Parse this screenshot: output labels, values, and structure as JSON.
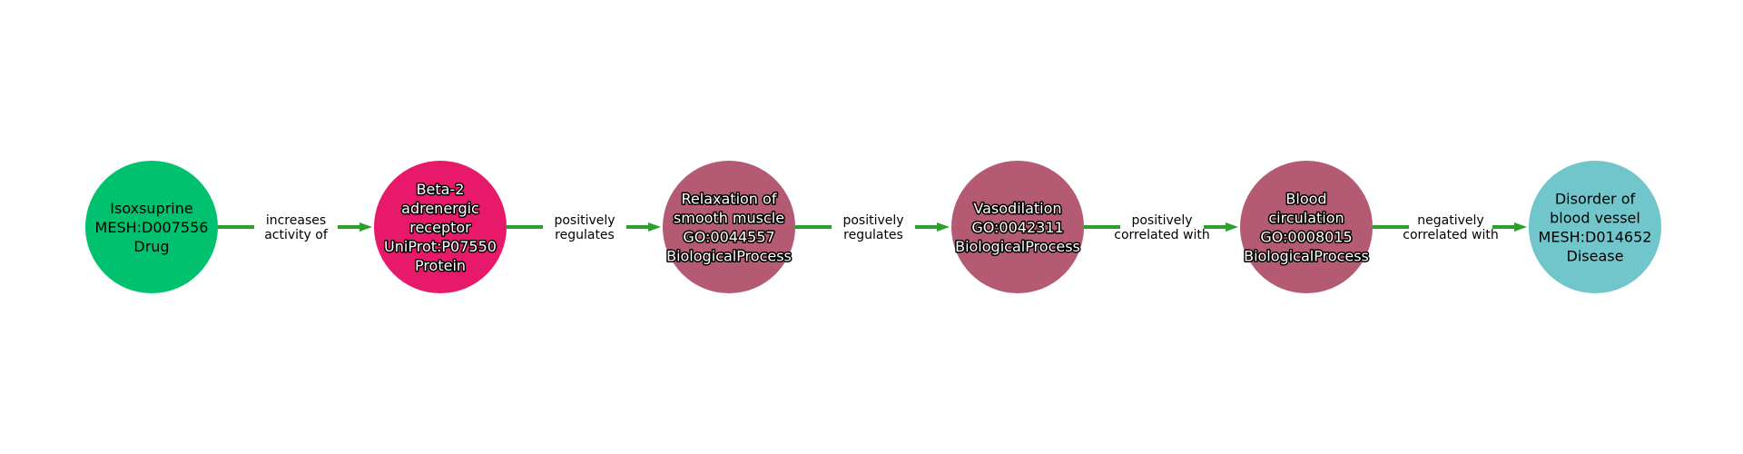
{
  "edge_color": "#2ca02c",
  "nodes": [
    {
      "id": "isoxsuprine",
      "lines": [
        "Isoxsuprine",
        "MESH:D007556",
        "Drug"
      ],
      "fill": "#00c26e",
      "text_color": "#000000",
      "outlined": false
    },
    {
      "id": "beta2-receptor",
      "lines": [
        "Beta-2",
        "adrenergic",
        "receptor",
        "UniProt:P07550",
        "Protein"
      ],
      "fill": "#e8196a",
      "text_color": "#ffffff",
      "outlined": true
    },
    {
      "id": "smooth-muscle-relaxation",
      "lines": [
        "Relaxation of",
        "smooth muscle",
        "GO:0044557",
        "BiologicalProcess"
      ],
      "fill": "#b45a72",
      "text_color": "#ffffff",
      "outlined": true
    },
    {
      "id": "vasodilation",
      "lines": [
        "Vasodilation",
        "GO:0042311",
        "BiologicalProcess"
      ],
      "fill": "#b45a72",
      "text_color": "#ffffff",
      "outlined": true
    },
    {
      "id": "blood-circulation",
      "lines": [
        "Blood",
        "circulation",
        "GO:0008015",
        "BiologicalProcess"
      ],
      "fill": "#b45a72",
      "text_color": "#ffffff",
      "outlined": true
    },
    {
      "id": "blood-vessel-disorder",
      "lines": [
        "Disorder of",
        "blood vessel",
        "MESH:D014652",
        "Disease"
      ],
      "fill": "#70c6cb",
      "text_color": "#000000",
      "outlined": false
    }
  ],
  "edges": [
    {
      "from": 0,
      "to": 1,
      "lines": [
        "increases",
        "activity of"
      ]
    },
    {
      "from": 1,
      "to": 2,
      "lines": [
        "positively",
        "regulates"
      ]
    },
    {
      "from": 2,
      "to": 3,
      "lines": [
        "positively",
        "regulates"
      ]
    },
    {
      "from": 3,
      "to": 4,
      "lines": [
        "positively",
        "correlated with"
      ]
    },
    {
      "from": 4,
      "to": 5,
      "lines": [
        "negatively",
        "correlated with"
      ]
    }
  ]
}
